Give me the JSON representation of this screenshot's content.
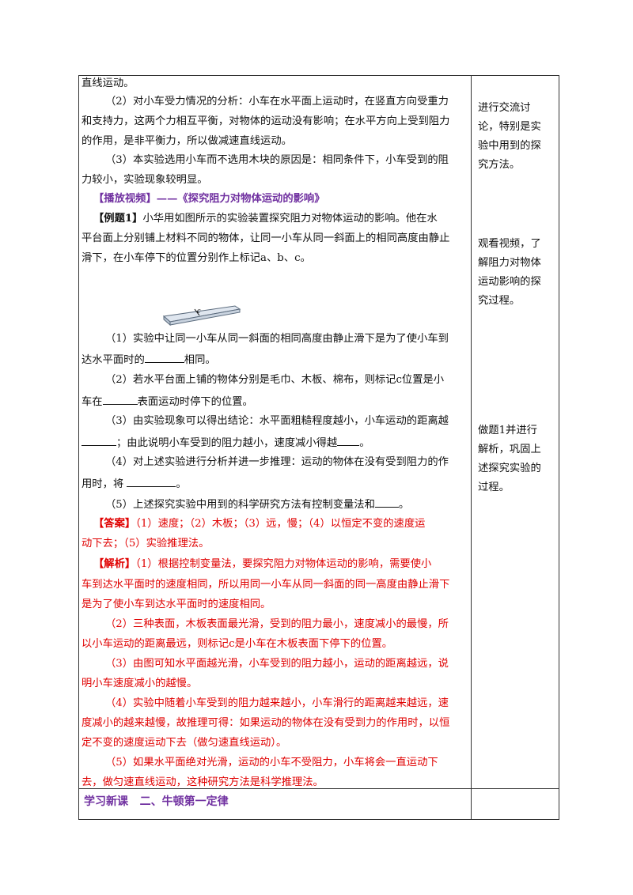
{
  "main": {
    "l1": "直线运动。",
    "l2": "（2）对小车受力情况的分析：小车在水平面上运动时，在竖直方向受重力",
    "l3": "和支持力，这两个力相互平衡，对物体的运动没有影响；在水平方向上受到阻力",
    "l4": "的作用，是非平衡力，所以做减速直线运动。",
    "l5": "（3）本实验选用小车而不选用木块的原因是：相同条件下，小车受到的阻",
    "l6": "力较小，实验现象较明显。",
    "video": "【播放视频】——《探究阻力对物体运动的影响》",
    "ex_tag": "【例题1】",
    "ex_l1": "小华用如图所示的实验装置探究阻力对物体运动的影响。他在水",
    "ex_l2": "平台面上分别铺上材料不同的物体，让同一小车从同一斜面上的相同高度由静止",
    "ex_l3": "滑下，在小车停下的位置分别作上标记a、b、c。",
    "fig_label": "c",
    "q1a": "（1）实验中让同一小车从同一斜面的相同高度由静止滑下是为了使小车到",
    "q1b_pre": "达水平面时的",
    "q1b_post": "相同。",
    "q2a": "（2）若水平台面上铺的物体分别是毛巾、木板、棉布，则标记c位置是小",
    "q2b_pre": "车在",
    "q2b_post": "表面运动时停下的位置。",
    "q3a": "（3）由实验现象可以得出结论：水平面粗糙程度越小，小车运动的距离越",
    "q3b_mid": "；由此说明小车受到的阻力越小，速度减小得越",
    "q3b_post": "。",
    "q4a": "（4）对上述实验进行分析并进一步推理：运动的物体在没有受到阻力的作",
    "q4b_pre": "用时，将 ",
    "q4b_post": "。",
    "q5_pre": "（5）上述探究实验中用到的科学研究方法有控制变量法和",
    "q5_post": "。",
    "ans_tag": "【答案】",
    "ans_l1": "（1）速度；（2）木板；（3）远，慢；（4）以恒定不变的速度运",
    "ans_l2": "动下去；（5）实验推理法。",
    "exp_tag": "【解析】",
    "exp1_l1": "（1）根据控制变量法，要探究阻力对物体运动的影响，需要使小",
    "exp1_l2": "车到达水平面时的速度相同，所以用同一小车从同一斜面的同一高度由静止滑下",
    "exp1_l3": "是为了使小车到达水平面时的速度相同。",
    "exp2_l1": "（2）三种表面，木板表面最光滑，受到的阻力最小，速度减小的最慢，所",
    "exp2_l2": "以小车运动的距离最远，则标记c是小车在木板表面下停下的位置。",
    "exp3_l1": "（3）由图可知水平面越光滑，小车受到的阻力越小，运动的距离越远，说",
    "exp3_l2": "明小车速度减小的越慢。",
    "exp4_l1": "（4）实验中随着小车受到的阻力越来越小，小车滑行的距离越来越远，速",
    "exp4_l2": "度减小的越来越慢，故推理可得：如果运动的物体在没有受到力的作用时，以恒",
    "exp4_l3": "定不变的速度运动下去（做匀速直线运动）。",
    "exp5_l1": "（5）如果水平面绝对光滑，运动的小车不受阻力，小车将会一直运动下",
    "exp5_l2": "去，做匀速直线运动，这种研究方法是科学推理法。"
  },
  "side": {
    "a1": "进行交流讨",
    "a2": "论，特别是实",
    "a3": "验中用到的探",
    "a4": "究方法。",
    "b1": "观看视频，了",
    "b2": "解阻力对物体",
    "b3": "运动影响的探",
    "b4": "究过程。",
    "c1": "做题1并进行",
    "c2": "解析，巩固上",
    "c3": "述探究实验的",
    "c4": "过程。"
  },
  "footer": {
    "text": "学习新课   二、牛顿第一定律"
  }
}
